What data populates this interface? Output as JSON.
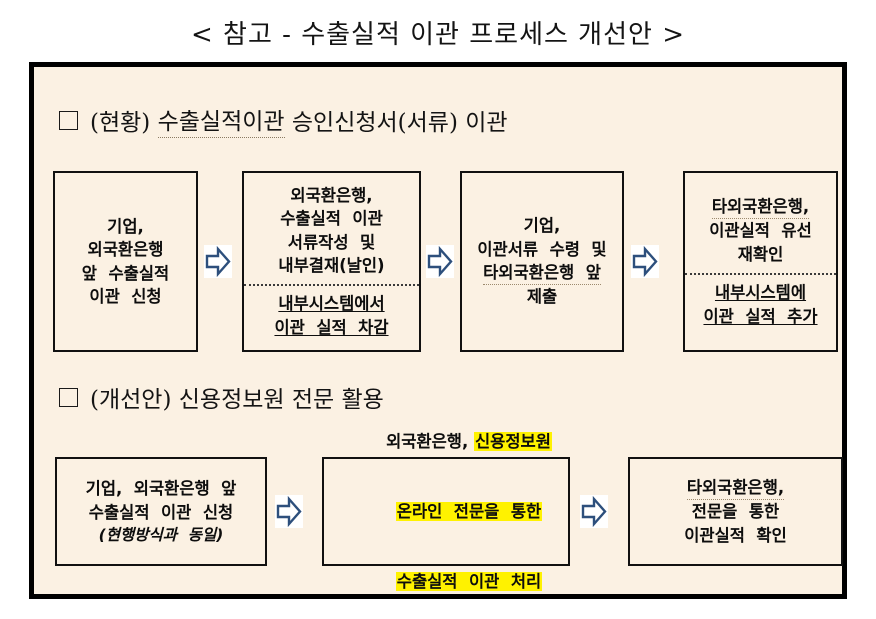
{
  "document": {
    "title": "< 참고 - 수출실적 이관 프로세스 개선안 >"
  },
  "colors": {
    "panel_background": "#fbf1e3",
    "panel_border": "#000000",
    "box_border": "#111111",
    "text": "#0d0d0d",
    "arrow_outline": "#2d4f7c",
    "arrow_fill": "#ffffff",
    "highlight": "#fff200"
  },
  "sections": [
    {
      "bullet": "□",
      "label": "(현황)",
      "title_underlined": "수출실적이관",
      "title_rest": " 승인신청서(서류) 이관",
      "full_title": "□ (현황) 수출실적이관 승인신청서(서류) 이관",
      "boxes": [
        {
          "name": "box-1",
          "upper": [
            "기업,",
            "외국환은행",
            "앞  수출실적",
            "이관  신청"
          ],
          "lower": []
        },
        {
          "name": "box-2",
          "upper": [
            "외국환은행,",
            "수출실적  이관",
            "서류작성  및",
            "내부결재(날인)"
          ],
          "lower": [
            "내부시스템에서",
            "이관  실적  차감"
          ]
        },
        {
          "name": "box-3",
          "upper": [
            "기업,",
            "이관서류  수령  및",
            "타외국환은행  앞",
            "제출"
          ],
          "lower": []
        },
        {
          "name": "box-4",
          "upper": [
            "타외국환은행,",
            "이관실적  유선",
            "재확인"
          ],
          "lower": [
            "내부시스템에",
            "이관  실적  추가"
          ]
        }
      ]
    },
    {
      "bullet": "□",
      "label": "(개선안)",
      "title_underlined": "",
      "title_rest": " 신용정보원 전문 활용",
      "full_title": "□ (개선안) 신용정보원 전문 활용",
      "boxes": [
        {
          "name": "box-5",
          "line_1": "기업,  외국환은행  앞",
          "line_2": "수출실적  이관  신청",
          "line_3": "(현행방식과  동일)"
        },
        {
          "name": "box-6",
          "line_1_plain": "외국환은행, ",
          "line_1_highlight": "신용정보원",
          "line_2_highlight": "온라인  전문을  통한",
          "line_3_highlight": "수출실적  이관  처리"
        },
        {
          "name": "box-7",
          "line_1": "타외국환은행,",
          "line_2": "전문을  통한",
          "line_3": "이관실적  확인"
        }
      ]
    }
  ],
  "arrows": {
    "glyph": "right-block-arrow",
    "count": 5,
    "direction": "right"
  }
}
